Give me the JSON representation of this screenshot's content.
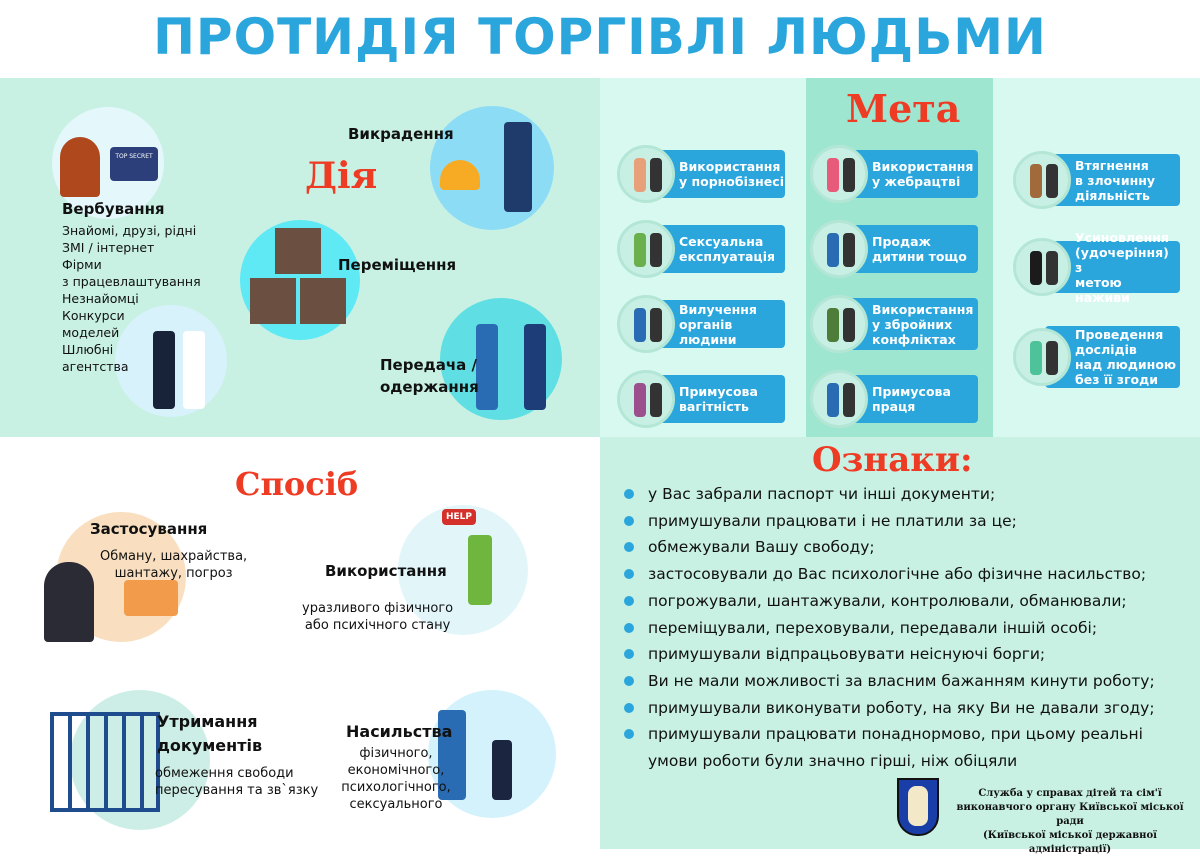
{
  "title": "ПРОТИДІЯ ТОРГІВЛІ ЛЮДЬМИ",
  "action": {
    "heading": "Дія",
    "recruitment": {
      "label": "Вербування",
      "items": [
        "Знайомі, друзі, рідні",
        "ЗМІ / інтернет",
        "Фірми",
        "з працевлаштування",
        "Незнайомці",
        "Конкурси",
        "моделей",
        "Шлюбні",
        "агентства"
      ],
      "screen_text": "TOP SECRET"
    },
    "abduction": "Викрадення",
    "movement": "Переміщення",
    "transfer": [
      "Передача /",
      "одержання"
    ]
  },
  "purpose": {
    "heading": "Мета",
    "items": [
      [
        "Використання",
        "у порнобізнесі"
      ],
      [
        "Сексуальна",
        "експлуатація"
      ],
      [
        "Вилучення",
        "органів людини"
      ],
      [
        "Примусова",
        "вагітність"
      ],
      [
        "Використання",
        "у жебрацтві"
      ],
      [
        "Продаж",
        "дитини тощо"
      ],
      [
        "Використання",
        "у збройних",
        "конфліктах"
      ],
      [
        "Примусова",
        "праця"
      ],
      [
        "Втягнення",
        "в злочинну",
        "діяльність"
      ],
      [
        "Усиновлення",
        "(удочеріння) з",
        "метою наживи"
      ],
      [
        "Проведення",
        "дослідів",
        "над людиною",
        "без її згоди"
      ]
    ]
  },
  "method": {
    "heading": "Спосіб",
    "use_of": {
      "label": "Застосування",
      "text": [
        "Обману, шахрайства,",
        "шантажу, погроз"
      ]
    },
    "exploitation": {
      "label": "Використання",
      "text": [
        "уразливого фізичного",
        "або психічного стану"
      ],
      "sign": "HELP"
    },
    "withholding": {
      "label": [
        "Утримання",
        "документів"
      ],
      "text": [
        "обмеження свободи",
        "пересування та зв`язку"
      ]
    },
    "violence": {
      "label": "Насильства",
      "text": [
        "фізичного,",
        "економічного,",
        "психологічного,",
        "сексуального"
      ]
    }
  },
  "signs": {
    "heading": "Ознаки:",
    "items": [
      "у Вас забрали паспорт чи інші документи;",
      "примушували працювати і не платили за це;",
      "обмежували Вашу свободу;",
      "застосовували до Вас психологічне або фізичне насильство;",
      "погрожували, шантажували, контролювали, обманювали;",
      "переміщували, переховували, передавали іншій особі;",
      "примушували відпрацьовувати неіснуючі борги;",
      "Ви не мали можливості за власним бажанням кинути роботу;",
      "примушували виконувати роботу, на яку Ви не давали згоду;",
      "примушували працювати понаднормово, при цьому реальні умови роботи були значно гірші, ніж обіцяли"
    ]
  },
  "footer": {
    "org": [
      "Служба у справах дітей та сім'ї",
      "виконавчого органу Київської міської ради",
      "(Київської міської державної адміністрації)"
    ],
    "emblem": "kyiv-coat-of-arms"
  },
  "colors": {
    "title": "#2aa6dd",
    "heading": "#ee3b24",
    "pill": "#2aa6dd",
    "panel": "#c8f1e3"
  }
}
